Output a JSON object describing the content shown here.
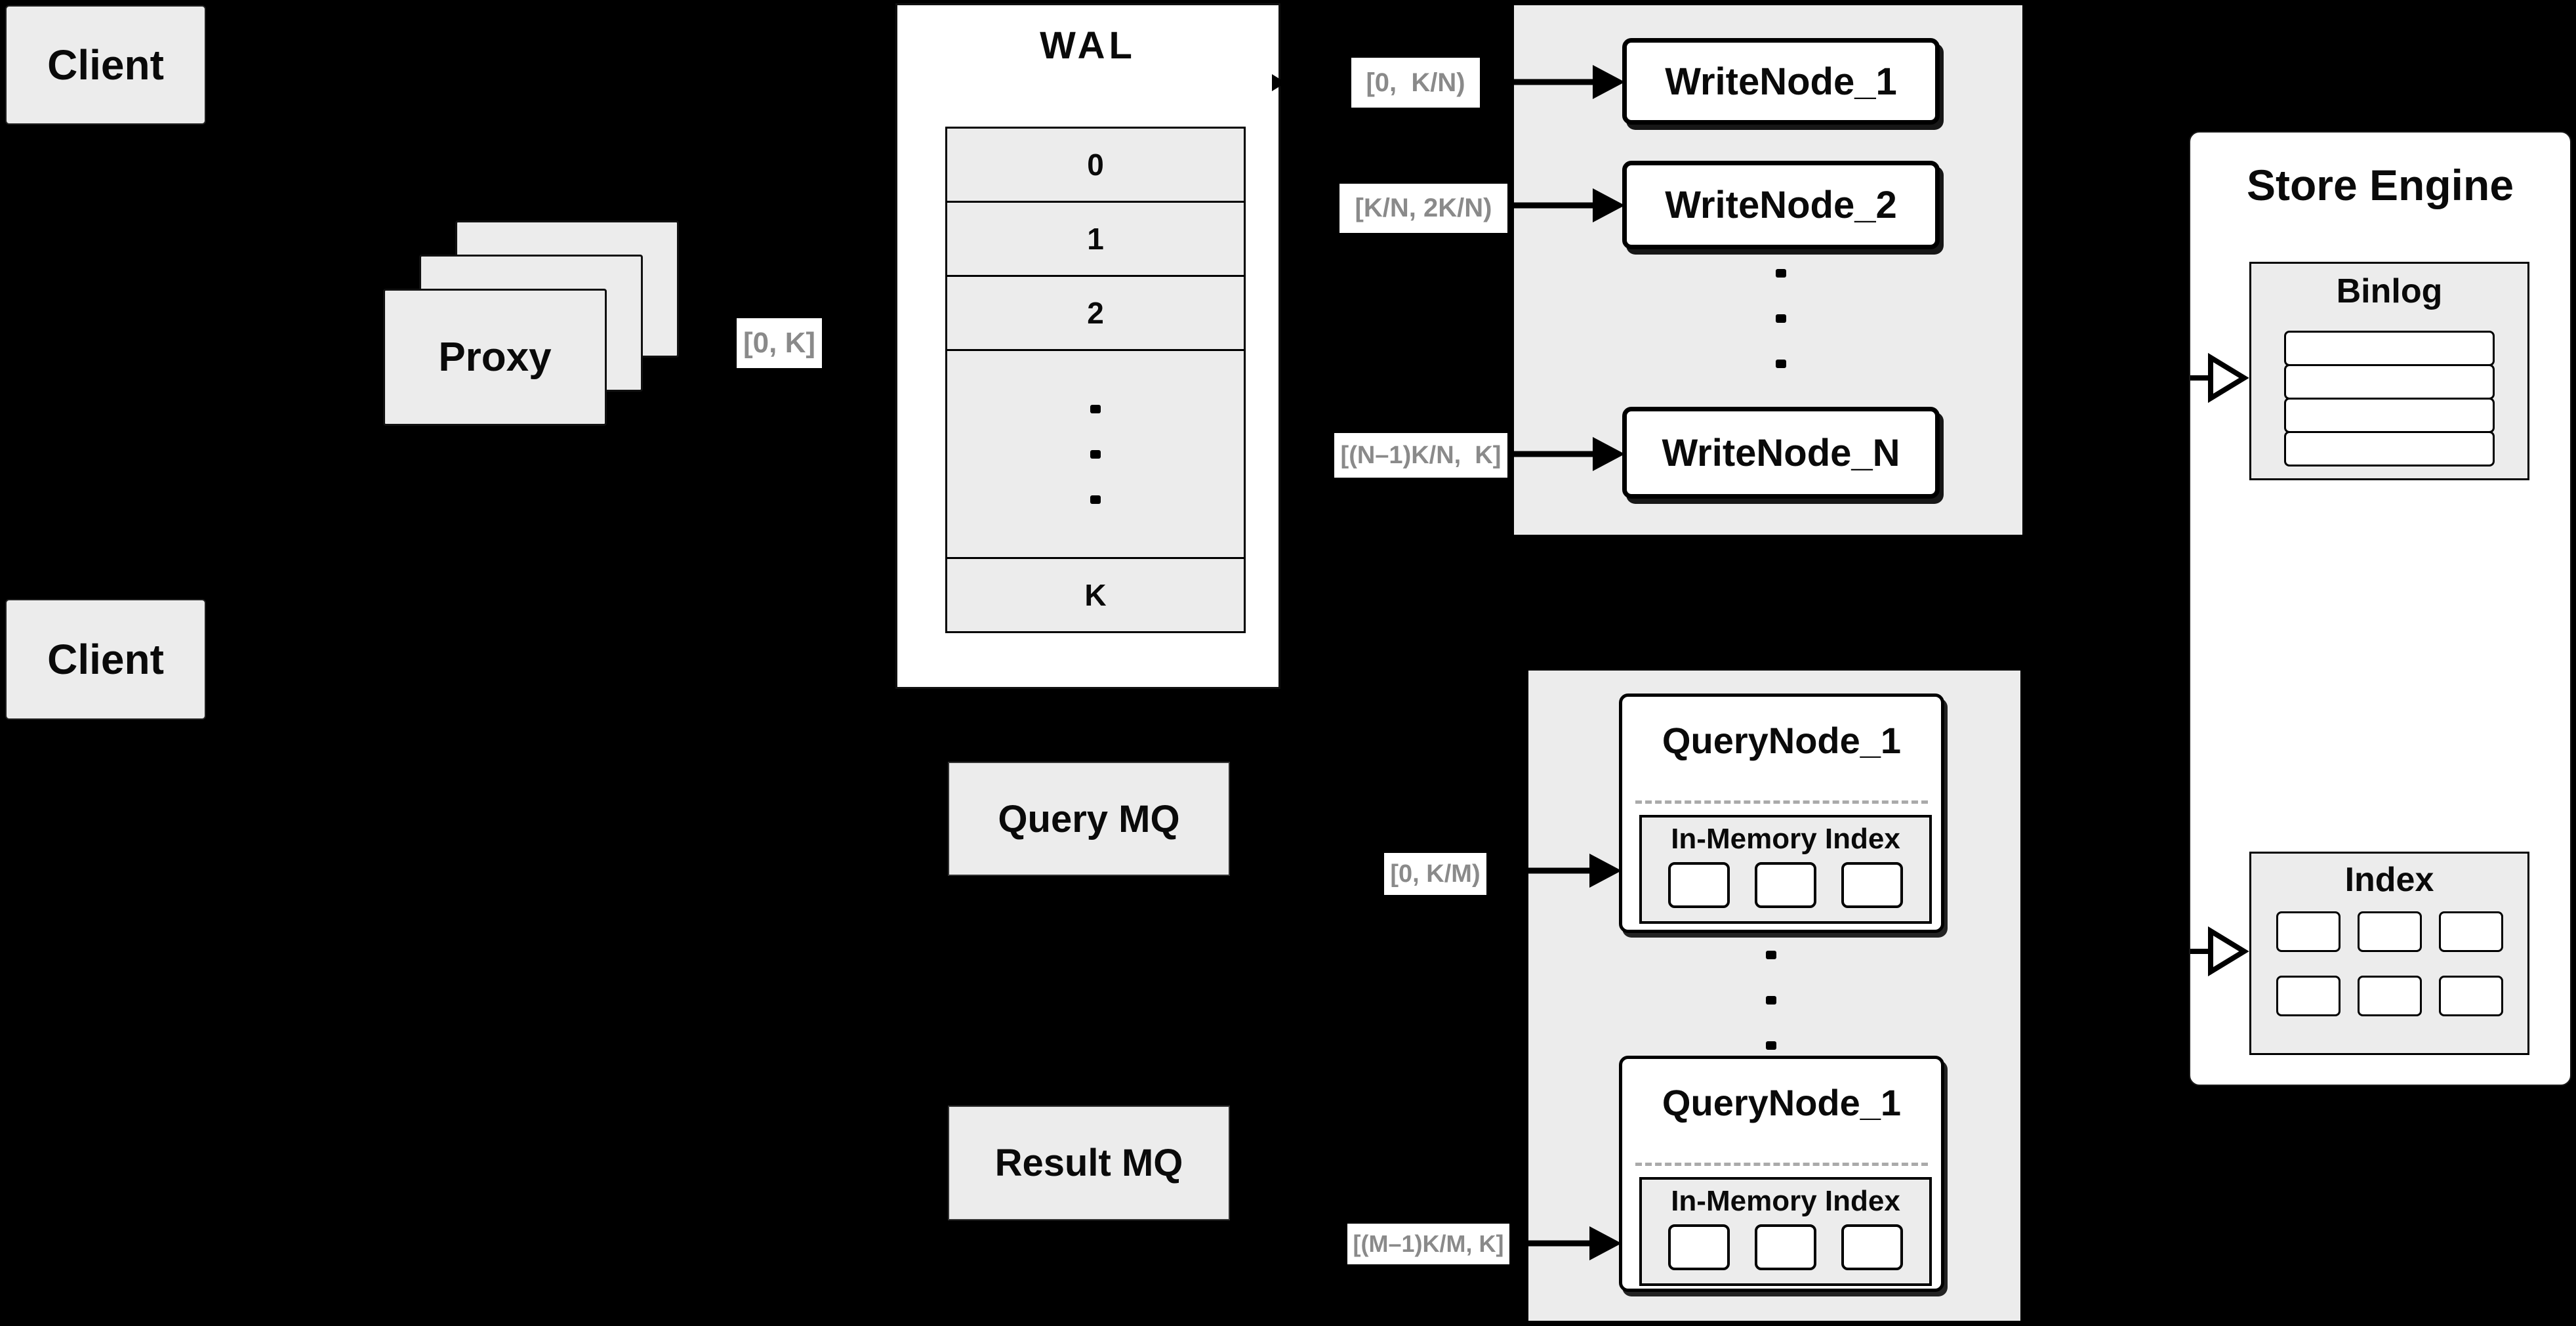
{
  "palette": {
    "background": "#000000",
    "box_gray": "#ececec",
    "box_white": "#ffffff",
    "line_black": "#000000",
    "label_text_gray": "#8a8a8a"
  },
  "clients": {
    "top_label": "Client",
    "bottom_label": "Client"
  },
  "proxy": {
    "label": "Proxy",
    "stack_count": 3
  },
  "wal": {
    "title": "WAL",
    "rows": [
      "0",
      "1",
      "2"
    ],
    "last_row": "K",
    "ellipsis_dots": 3
  },
  "flow_labels": {
    "proxy_to_wal": "[0, K]",
    "wal_to_writenode_1": "[0,  K/N)",
    "wal_to_writenode_2": "[K/N, 2K/N)",
    "wal_to_writenode_n": "[(N–1)K/N,  K]",
    "querymq_to_querynode_1": "[0, K/M)",
    "resultmq_to_querynode_m": "[(M–1)K/M, K]"
  },
  "write_nodes": {
    "node_1": "WriteNode_1",
    "node_2": "WriteNode_2",
    "node_n": "WriteNode_N",
    "ellipsis_dots": 3
  },
  "query_nodes": {
    "node_top": {
      "title": "QueryNode_1",
      "index_title": "In-Memory Index",
      "segment_count": 3
    },
    "node_bottom": {
      "title": "QueryNode_1",
      "index_title": "In-Memory Index",
      "segment_count": 3
    },
    "ellipsis_dots": 3
  },
  "message_queues": {
    "query": "Query MQ",
    "result": "Result MQ"
  },
  "store_engine": {
    "title": "Store Engine",
    "binlog": {
      "title": "Binlog",
      "row_count": 4
    },
    "index": {
      "title": "Index",
      "cell_count": 6
    }
  }
}
